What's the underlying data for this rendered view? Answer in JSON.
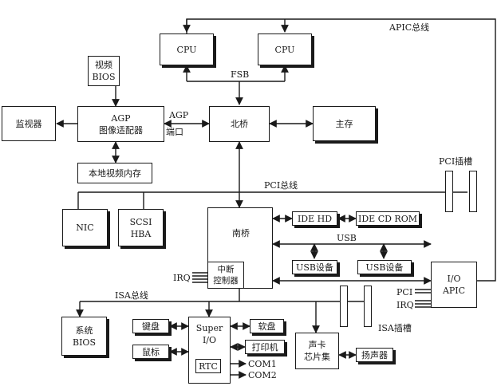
{
  "labels": {
    "apic_bus": "APIC总线",
    "fsb": "FSB",
    "agp_port_l1": "AGP",
    "agp_port_l2": "端口",
    "pci_bus": "PCI总线",
    "pci_slot": "PCI插槽",
    "usb": "USB",
    "irq_mid": "IRQ",
    "pci_ioapic": "PCI",
    "irq_ioapic": "IRQ",
    "isa_bus": "ISA总线",
    "isa_slot": "ISA插槽",
    "com1": "COM1",
    "com2": "COM2"
  },
  "boxes": {
    "cpu1": "CPU",
    "cpu2": "CPU",
    "video_bios_l1": "视频",
    "video_bios_l2": "BIOS",
    "monitor": "监视器",
    "agp_adapter_l1": "AGP",
    "agp_adapter_l2": "图像适配器",
    "north_bridge": "北桥",
    "main_memory": "主存",
    "local_video_mem": "本地视频内存",
    "nic": "NIC",
    "scsi_l1": "SCSI",
    "scsi_l2": "HBA",
    "south_bridge": "南桥",
    "ide_hd": "IDE HD",
    "ide_cdrom": "IDE CD ROM",
    "usb_dev1": "USB设备",
    "usb_dev2": "USB设备",
    "int_ctrl_l1": "中断",
    "int_ctrl_l2": "控制器",
    "io_apic_l1": "I/O",
    "io_apic_l2": "APIC",
    "system_bios_l1": "系统",
    "system_bios_l2": "BIOS",
    "keyboard": "键盘",
    "mouse": "鼠标",
    "super_io_l1": "Super",
    "super_io_l2": "I/O",
    "rtc": "RTC",
    "floppy": "软盘",
    "printer": "打印机",
    "sound_l1": "声卡",
    "sound_l2": "芯片集",
    "speaker": "扬声器"
  }
}
